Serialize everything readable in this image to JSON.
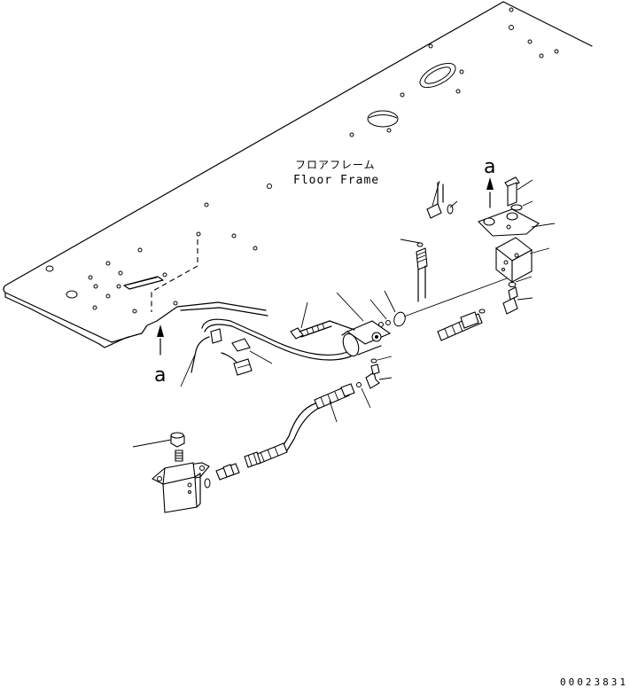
{
  "labels": {
    "frame_jp": "フロアフレーム",
    "frame_en": "Floor Frame",
    "view_mark_top": "a",
    "view_mark_left": "a"
  },
  "drawing_number": "00023831",
  "colors": {
    "ink": "#000000",
    "paper": "#ffffff"
  }
}
